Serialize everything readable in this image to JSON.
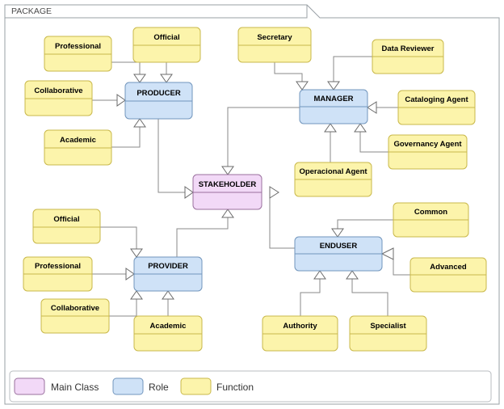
{
  "package": {
    "title": "PACKAGE"
  },
  "legend": {
    "items": [
      {
        "label": "Main Class",
        "color": "#f2d9f7",
        "border": "#9a709e"
      },
      {
        "label": "Role",
        "color": "#cfe2f7",
        "border": "#7296bd"
      },
      {
        "label": "Function",
        "color": "#fcf4ab",
        "border": "#c9b84b"
      }
    ]
  },
  "nodes": {
    "stakeholder": {
      "label": "STAKEHOLDER",
      "kind": "Main Class"
    },
    "producer": {
      "label": "PRODUCER",
      "kind": "Role"
    },
    "manager": {
      "label": "MANAGER",
      "kind": "Role"
    },
    "provider": {
      "label": "PROVIDER",
      "kind": "Role"
    },
    "enduser": {
      "label": "ENDUSER",
      "kind": "Role"
    },
    "prod_professional": {
      "label": "Professional",
      "kind": "Function"
    },
    "prod_official": {
      "label": "Official",
      "kind": "Function"
    },
    "prod_collaborative": {
      "label": "Collaborative",
      "kind": "Function"
    },
    "prod_academic": {
      "label": "Academic",
      "kind": "Function"
    },
    "mgr_secretary": {
      "label": "Secretary",
      "kind": "Function"
    },
    "mgr_datareviewer": {
      "label": "Data Reviewer",
      "kind": "Function"
    },
    "mgr_cataloging": {
      "label": "Cataloging Agent",
      "kind": "Function"
    },
    "mgr_governancy": {
      "label": "Governancy Agent",
      "kind": "Function"
    },
    "mgr_operacional": {
      "label": "Operacional Agent",
      "kind": "Function"
    },
    "prov_official": {
      "label": "Official",
      "kind": "Function"
    },
    "prov_professional": {
      "label": "Professional",
      "kind": "Function"
    },
    "prov_collaborative": {
      "label": "Collaborative",
      "kind": "Function"
    },
    "prov_academic": {
      "label": "Academic",
      "kind": "Function"
    },
    "end_common": {
      "label": "Common",
      "kind": "Function"
    },
    "end_advanced": {
      "label": "Advanced",
      "kind": "Function"
    },
    "end_authority": {
      "label": "Authority",
      "kind": "Function"
    },
    "end_specialist": {
      "label": "Specialist",
      "kind": "Function"
    }
  },
  "relations": [
    {
      "from": "producer",
      "to": "stakeholder",
      "type": "generalization"
    },
    {
      "from": "manager",
      "to": "stakeholder",
      "type": "generalization"
    },
    {
      "from": "provider",
      "to": "stakeholder",
      "type": "generalization"
    },
    {
      "from": "enduser",
      "to": "stakeholder",
      "type": "generalization"
    },
    {
      "from": "prod_professional",
      "to": "producer",
      "type": "generalization"
    },
    {
      "from": "prod_official",
      "to": "producer",
      "type": "generalization"
    },
    {
      "from": "prod_collaborative",
      "to": "producer",
      "type": "generalization"
    },
    {
      "from": "prod_academic",
      "to": "producer",
      "type": "generalization"
    },
    {
      "from": "mgr_secretary",
      "to": "manager",
      "type": "generalization"
    },
    {
      "from": "mgr_datareviewer",
      "to": "manager",
      "type": "generalization"
    },
    {
      "from": "mgr_cataloging",
      "to": "manager",
      "type": "generalization"
    },
    {
      "from": "mgr_governancy",
      "to": "manager",
      "type": "generalization"
    },
    {
      "from": "mgr_operacional",
      "to": "manager",
      "type": "generalization"
    },
    {
      "from": "prov_official",
      "to": "provider",
      "type": "generalization"
    },
    {
      "from": "prov_professional",
      "to": "provider",
      "type": "generalization"
    },
    {
      "from": "prov_collaborative",
      "to": "provider",
      "type": "generalization"
    },
    {
      "from": "prov_academic",
      "to": "provider",
      "type": "generalization"
    },
    {
      "from": "end_common",
      "to": "enduser",
      "type": "generalization"
    },
    {
      "from": "end_advanced",
      "to": "enduser",
      "type": "generalization"
    },
    {
      "from": "end_authority",
      "to": "enduser",
      "type": "generalization"
    },
    {
      "from": "end_specialist",
      "to": "enduser",
      "type": "generalization"
    }
  ]
}
